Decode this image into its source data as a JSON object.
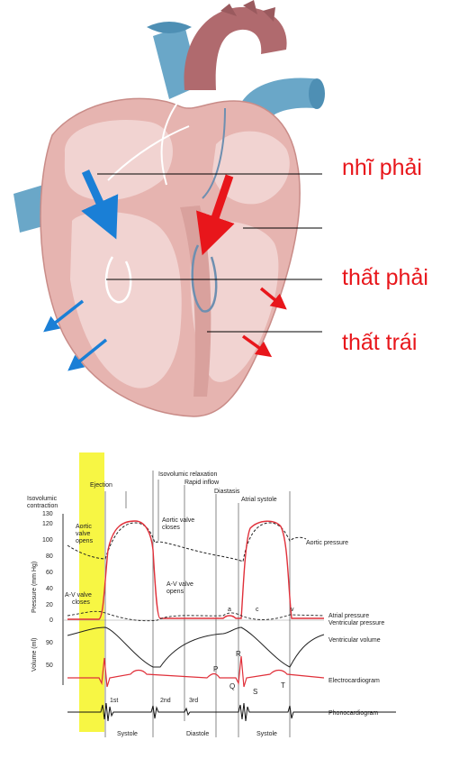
{
  "heart": {
    "labels": [
      "nhĩ phải",
      "thất phải",
      "thất trái"
    ]
  },
  "wiggers": {
    "phase_labels": {
      "ejection": "Ejection",
      "isovolumic_relaxation": "Isovolumic relaxation",
      "rapid_inflow": "Rapid inflow",
      "diastasis": "Diastasis",
      "atrial_systole": "Atrial systole",
      "isovolumic_contraction_1": "Isovolumic",
      "isovolumic_contraction_2": "contraction"
    },
    "axes": {
      "pressure_label": "Pressure (mm Hg)",
      "volume_label": "Volume (ml)",
      "pressure_ticks": [
        "120",
        "100",
        "80",
        "60",
        "40",
        "20",
        "0"
      ],
      "volume_ticks": [
        "130",
        "90",
        "50"
      ]
    },
    "annotations": {
      "aortic_valve_closes": [
        "Aortic valve",
        "closes"
      ],
      "aortic_valve_opens": [
        "Aortic",
        "valve",
        "opens"
      ],
      "av_valve_opens": [
        "A-V valve",
        "opens"
      ],
      "av_valve_closes": [
        "A-V valve",
        "closes"
      ],
      "wave_a": "a",
      "wave_c": "c",
      "wave_v": "v",
      "ecg_p": "P",
      "ecg_q": "Q",
      "ecg_r": "R",
      "ecg_s": "S",
      "ecg_t": "T",
      "sound_1st": "1st",
      "sound_2nd": "2nd",
      "sound_3rd": "3rd"
    },
    "trace_labels": {
      "aortic_pressure": "Aortic pressure",
      "atrial_pressure": "Atrial pressure",
      "ventricular_pressure": "Ventricular pressure",
      "ventricular_volume": "Ventricular volume",
      "electrocardiogram": "Electrocardiogram",
      "phonocardiogram": "Phonocardiogram"
    },
    "bottom_labels": [
      "Systole",
      "Diastole",
      "Systole"
    ]
  },
  "colors": {
    "label_red": "#e8161b",
    "arrow_blue": "#1a7fd6",
    "arrow_red": "#e8161b",
    "vessel_blue": "#6aa7c8",
    "heart_wall": "#e6b4b0",
    "heart_inner": "#f1d3d1",
    "ventricular_trace": "#e0303a",
    "highlight_yellow": "#f6f530"
  }
}
